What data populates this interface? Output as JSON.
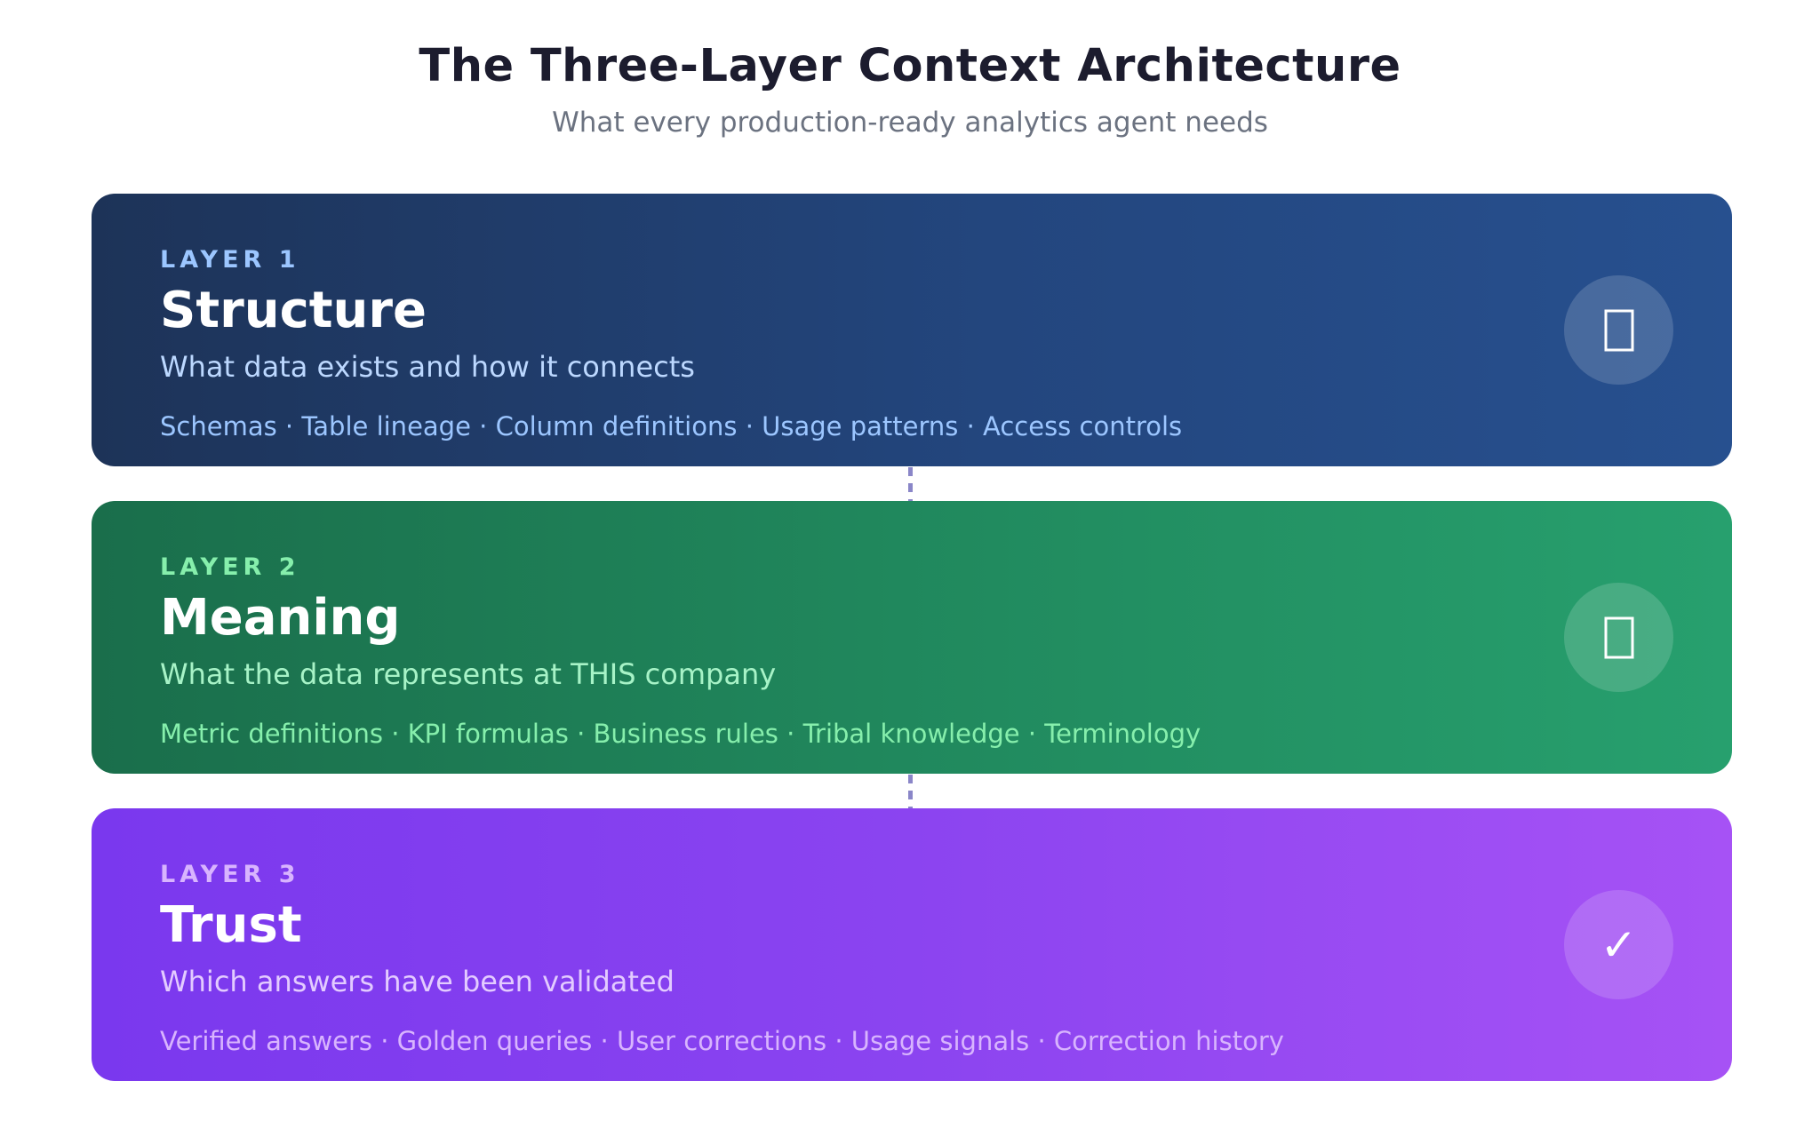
{
  "header": {
    "title": "The Three-Layer Context Architecture",
    "subtitle": "What every production-ready analytics agent needs"
  },
  "layers": [
    {
      "kicker": "LAYER 1",
      "name": "Structure",
      "description": "What data exists and how it connects",
      "items": "Schemas · Table lineage · Column definitions · Usage patterns · Access controls",
      "icon": "database-icon",
      "color": "#23467e"
    },
    {
      "kicker": "LAYER 2",
      "name": "Meaning",
      "description": "What the data represents at THIS company",
      "items": "Metric definitions · KPI formulas · Business rules · Tribal knowledge · Terminology",
      "icon": "book-icon",
      "color": "#218b5f"
    },
    {
      "kicker": "LAYER 3",
      "name": "Trust",
      "description": "Which answers have been validated",
      "items": "Verified answers · Golden queries · User corrections · Usage signals · Correction history",
      "icon": "checkmark-icon",
      "glyph": "✓",
      "color": "#8b44f0"
    }
  ]
}
